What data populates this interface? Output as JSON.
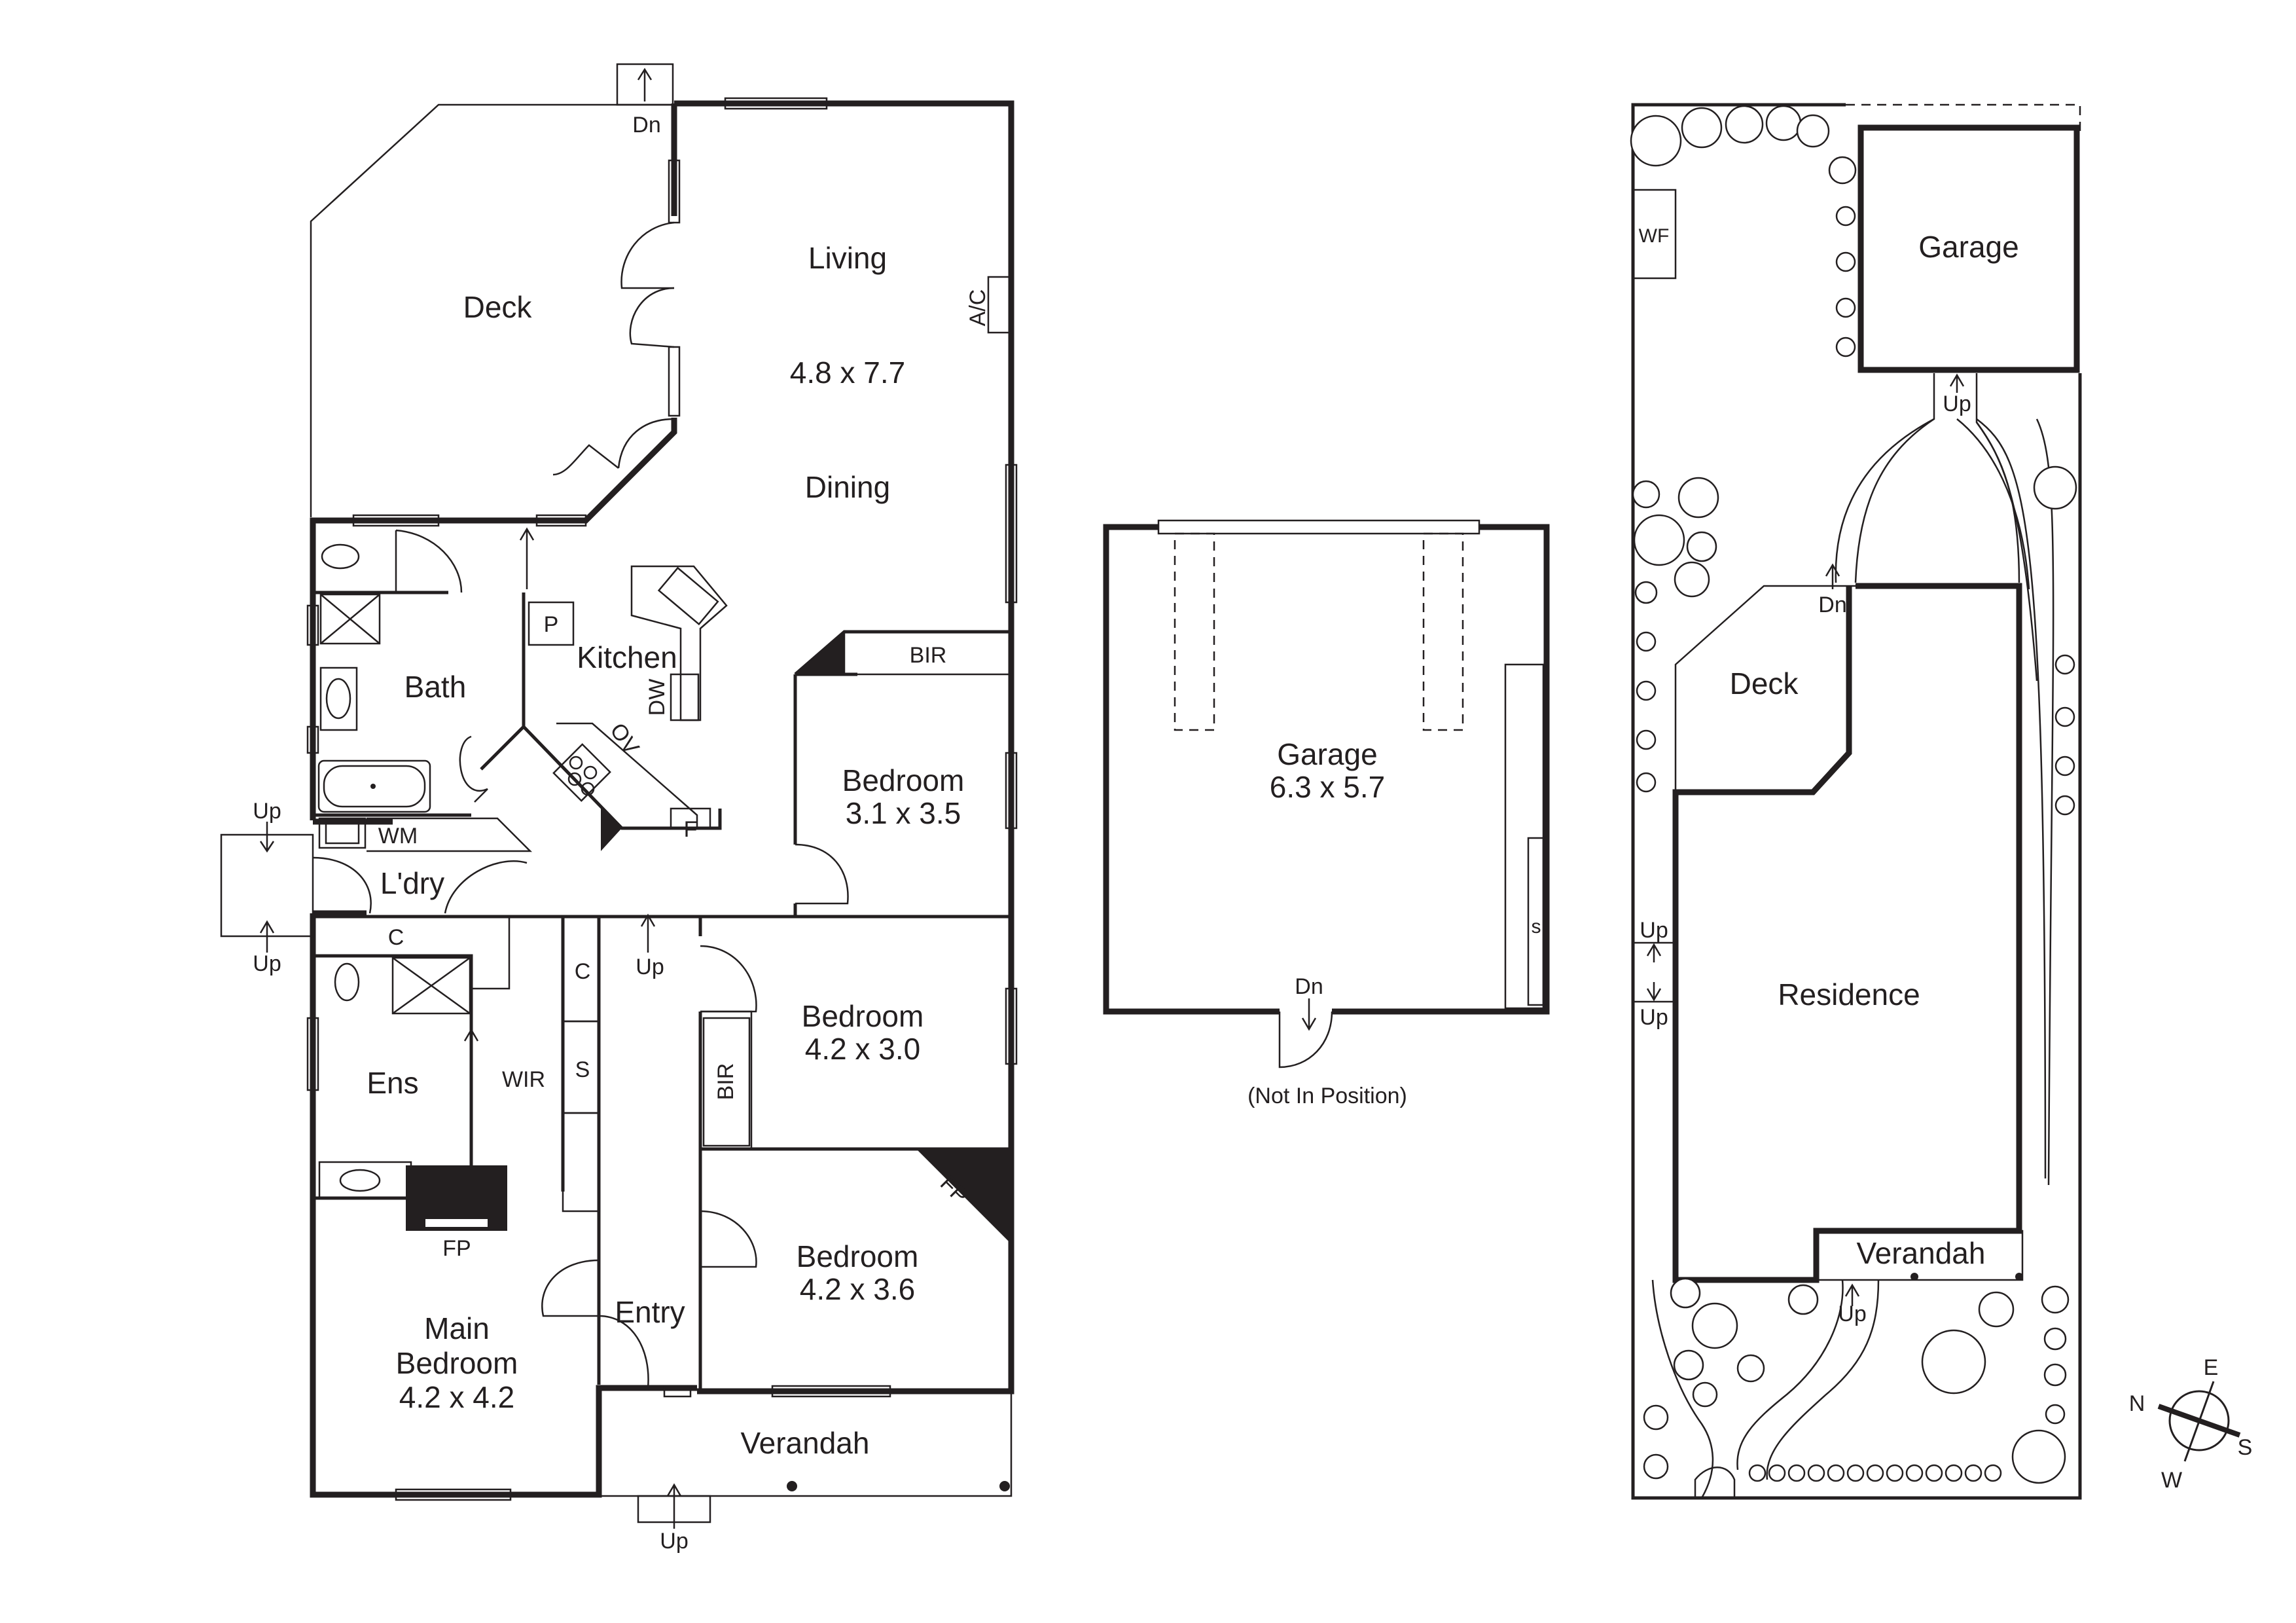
{
  "house": {
    "deck": "Deck",
    "living": "Living",
    "living_dim": "4.8 x 7.7",
    "dining": "Dining",
    "ac": "A/C",
    "kitchen": "Kitchen",
    "pantry": "P",
    "dishwasher": "DW",
    "oven": "OV",
    "fridge": "F",
    "bath": "Bath",
    "wm": "WM",
    "laundry": "L'dry",
    "ens": "Ens",
    "wir": "WIR",
    "c1": "C",
    "c2": "C",
    "s": "S",
    "fp1": "FP",
    "fp2": "FP",
    "bir1": "BIR",
    "bir2": "BIR",
    "bed1": "Bedroom",
    "bed1_dim": "3.1 x 3.5",
    "bed2": "Bedroom",
    "bed2_dim": "4.2 x 3.0",
    "bed3": "Bedroom",
    "bed3_dim": "4.2 x 3.6",
    "main_bed_1": "Main",
    "main_bed_2": "Bedroom",
    "main_bed_dim": "4.2 x 4.2",
    "entry": "Entry",
    "verandah": "Verandah",
    "dn_deck": "Dn",
    "up_laundry_top": "Up",
    "up_laundry_bottom": "Up",
    "up_hall": "Up",
    "up_front": "Up"
  },
  "garage": {
    "name": "Garage",
    "dim": "6.3 x 5.7",
    "s": "s",
    "dn": "Dn",
    "note": "(Not In Position)"
  },
  "site": {
    "garage": "Garage",
    "wf": "WF",
    "up_garage": "Up",
    "dn_deck": "Dn",
    "deck": "Deck",
    "up_side_1": "Up",
    "up_side_2": "Up",
    "residence": "Residence",
    "verandah": "Verandah",
    "up_verandah": "Up"
  },
  "compass": {
    "n": "N",
    "e": "E",
    "s": "S",
    "w": "W"
  }
}
